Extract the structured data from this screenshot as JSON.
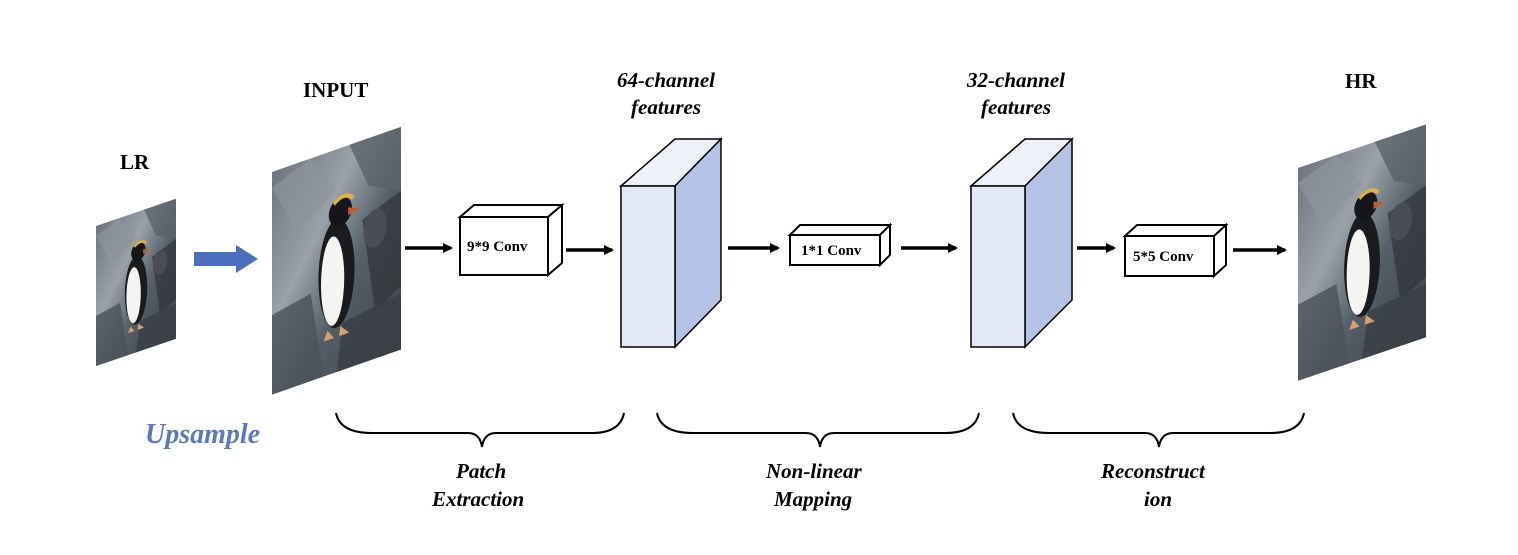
{
  "labels": {
    "lr": "LR",
    "input": "INPUT",
    "hr": "HR",
    "upsample": "Upsample",
    "features64_line1": "64-channel",
    "features64_line2": "features",
    "features32_line1": "32-channel",
    "features32_line2": "features"
  },
  "convs": {
    "conv1": "9*9 Conv",
    "conv2": "1*1 Conv",
    "conv3": "5*5 Conv"
  },
  "stages": {
    "patch_line1": "Patch",
    "patch_line2": "Extraction",
    "mapping_line1": "Non-linear",
    "mapping_line2": "Mapping",
    "recon_line1": "Reconstruct",
    "recon_line2": "ion"
  },
  "colors": {
    "upsample_arrow": "#4a6fbf",
    "upsample_text": "#5878c0",
    "block_front": "#e3e8f7",
    "block_top": "#eef1fb",
    "block_side": "#b4c2e6",
    "arrow": "#000000"
  },
  "icons": {
    "image": "penguin-photo",
    "arrow": "right-arrow"
  }
}
